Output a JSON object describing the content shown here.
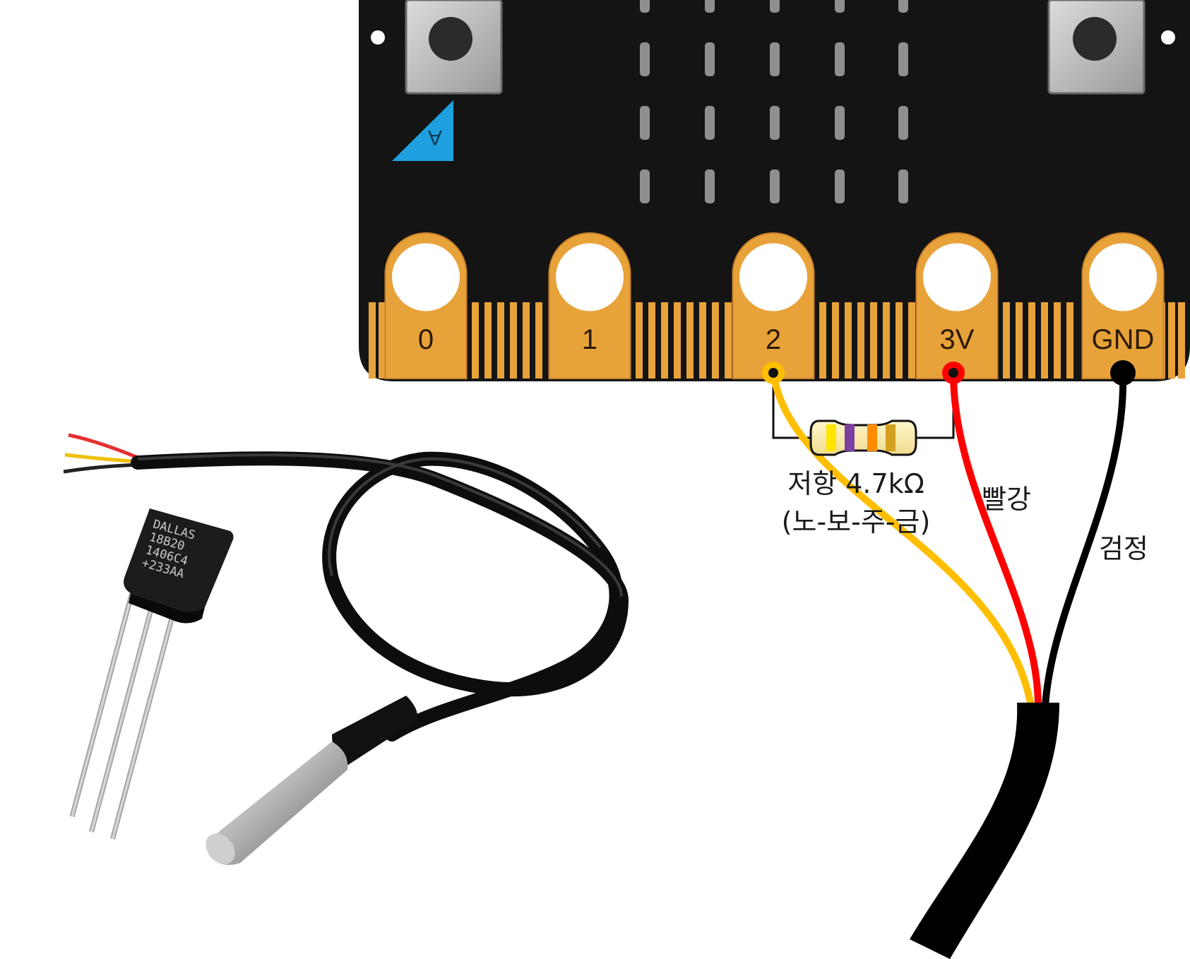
{
  "board": {
    "button_a_label": "A",
    "pins": [
      {
        "id": "0",
        "label": "0"
      },
      {
        "id": "1",
        "label": "1"
      },
      {
        "id": "2",
        "label": "2"
      },
      {
        "id": "3v",
        "label": "3V"
      },
      {
        "id": "gnd",
        "label": "GND"
      }
    ]
  },
  "resistor": {
    "label": "저항 4.7kΩ",
    "bands_label": "(노-보-주-금)",
    "band_colors": [
      "#ffe600",
      "#7b3fa0",
      "#ff8c00",
      "#d4a020"
    ]
  },
  "wires": {
    "red_label": "빨강",
    "black_label": "검정",
    "colors": {
      "signal": "#ffbf00",
      "power": "#ff0000",
      "ground": "#000000"
    }
  },
  "sensor_chip": {
    "lines": [
      "DALLAS",
      "18B20",
      "1406C4",
      "+233AA"
    ]
  },
  "colors": {
    "board": "#141414",
    "pad": "#e8a23a",
    "pad_dark": "#c9822a",
    "button_a": "#1ea0e0"
  }
}
